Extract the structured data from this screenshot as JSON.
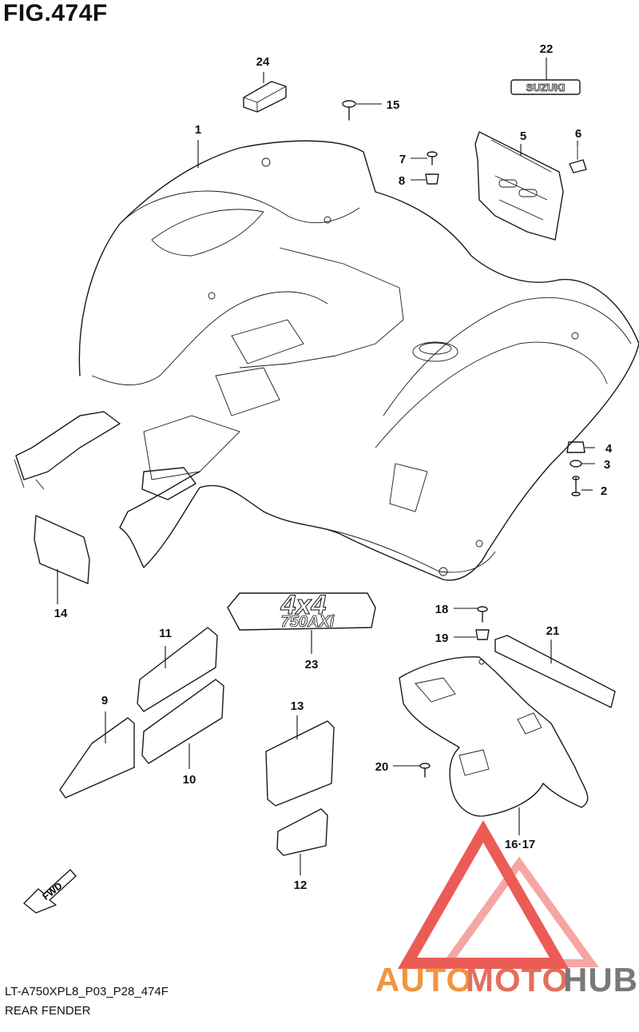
{
  "figure_title": "FIG.474F",
  "footer": {
    "model_code": "LT-A750XPL8_P03_P28_474F",
    "section_name": "REAR FENDER"
  },
  "decals": {
    "suzuki": "SUZUKI",
    "fourbyfour": "4x4",
    "model": "750AXi",
    "fwd": "FWD"
  },
  "callouts": {
    "c1": "1",
    "c2": "2",
    "c3": "3",
    "c4": "4",
    "c5": "5",
    "c6": "6",
    "c7": "7",
    "c8": "8",
    "c9": "9",
    "c10": "10",
    "c11": "11",
    "c12": "12",
    "c13": "13",
    "c14": "14",
    "c15": "15",
    "c1617": "16·17",
    "c18": "18",
    "c19": "19",
    "c20": "20",
    "c21": "21",
    "c22": "22",
    "c23": "23",
    "c24": "24"
  },
  "watermark": {
    "part1": "AUTO",
    "part2": "MOTO",
    "part3": "HUB",
    "color_primary": "#f08a2c",
    "color_secondary": "#e0604a",
    "color_dark": "#6b6b6b",
    "logo_color": "#e8403a"
  }
}
